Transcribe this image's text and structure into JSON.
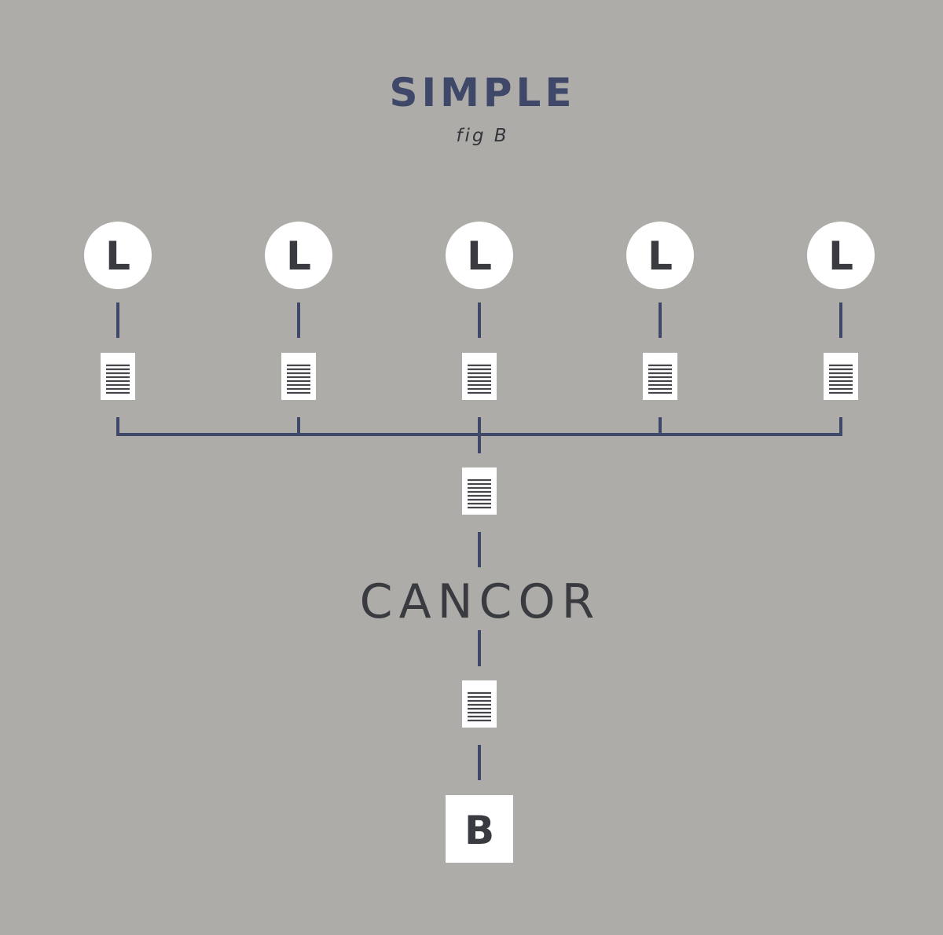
{
  "title": "SIMPLE",
  "subtitle": "fig B",
  "lender_label": "L",
  "center_label": "CANCOR",
  "borrower_label": "B",
  "colors": {
    "background": "#adaca8",
    "navy": "#3f4869",
    "dark": "#3a3b40",
    "white": "#ffffff"
  },
  "lender_count": 5
}
